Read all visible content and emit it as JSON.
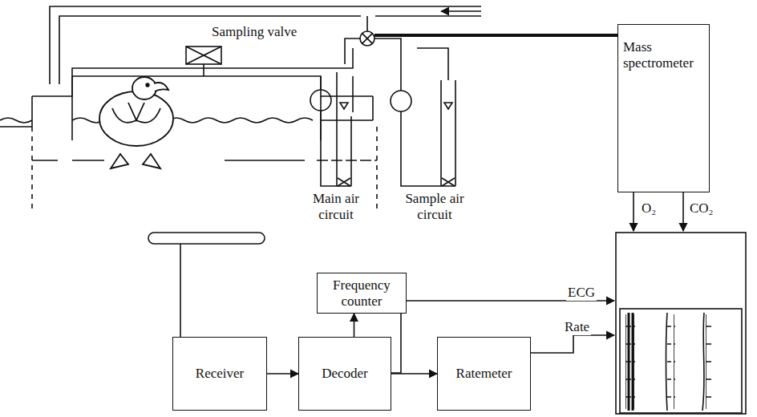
{
  "diagram": {
    "nodes": [
      {
        "text": [
          "Mass spectrometer"
        ]
      },
      {
        "text": [
          "Frequency counter"
        ]
      },
      {
        "text": [
          "Receiver"
        ]
      },
      {
        "text": [
          "Decoder"
        ]
      },
      {
        "text": [
          "Ratemeter"
        ]
      }
    ],
    "edges": [
      {
        "from": 2,
        "to": 3,
        "arrow": "to"
      },
      {
        "from": 3,
        "to": 1,
        "arrow": "to"
      },
      {
        "from": 3,
        "to": 4,
        "arrow": "to"
      }
    ],
    "labels": [
      "Sampling valve",
      "Main air circuit",
      "Sample air circuit",
      "ECG",
      "Rate",
      "O₂",
      "CO₂"
    ]
  }
}
